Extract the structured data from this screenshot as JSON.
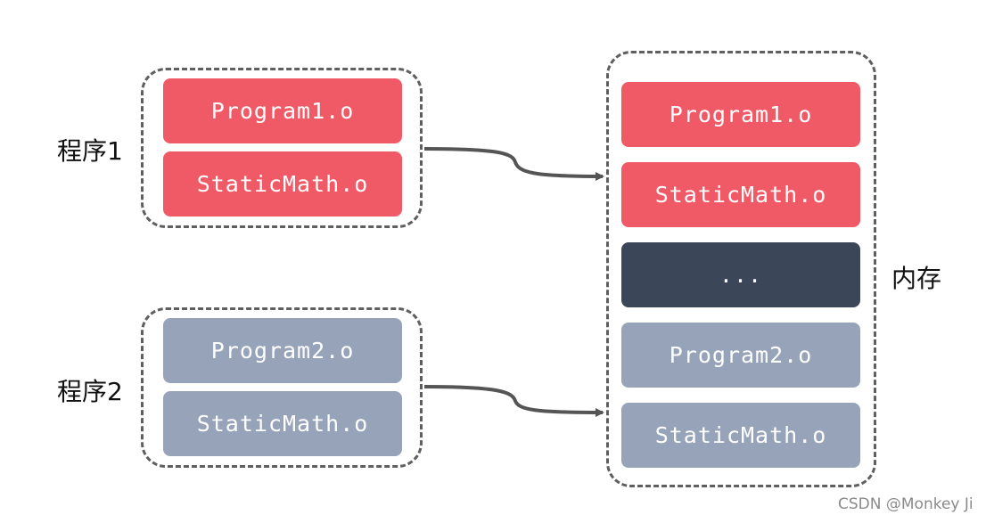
{
  "program1": {
    "label": "程序1",
    "blocks": [
      "Program1.o",
      "StaticMath.o"
    ]
  },
  "program2": {
    "label": "程序2",
    "blocks": [
      "Program2.o",
      "StaticMath.o"
    ]
  },
  "memory": {
    "label": "内存",
    "blocks": [
      "Program1.o",
      "StaticMath.o",
      "...",
      "Program2.o",
      "StaticMath.o"
    ]
  },
  "watermark": "CSDN @Monkey Ji",
  "colors": {
    "program1_block": "#f05a66",
    "program2_block": "#97a3b9",
    "ellipsis_block": "#3c4659",
    "dashed_border": "#5f5f5f",
    "arrow": "#555555"
  }
}
